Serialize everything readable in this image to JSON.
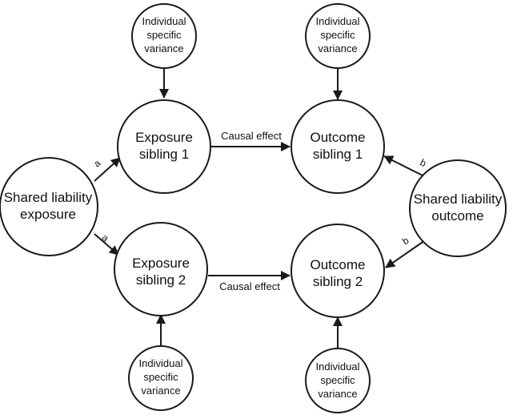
{
  "nodes": {
    "isv_top_left": {
      "line1": "Individual",
      "line2": "specific",
      "line3": "variance"
    },
    "isv_top_right": {
      "line1": "Individual",
      "line2": "specific",
      "line3": "variance"
    },
    "isv_bottom_left": {
      "line1": "Individual",
      "line2": "specific",
      "line3": "variance"
    },
    "isv_bottom_right": {
      "line1": "Individual",
      "line2": "specific",
      "line3": "variance"
    },
    "exposure_sibling_1": {
      "line1": "Exposure",
      "line2": "sibling 1"
    },
    "exposure_sibling_2": {
      "line1": "Exposure",
      "line2": "sibling 2"
    },
    "outcome_sibling_1": {
      "line1": "Outcome",
      "line2": "sibling 1"
    },
    "outcome_sibling_2": {
      "line1": "Outcome",
      "line2": "sibling 2"
    },
    "shared_exposure": {
      "line1": "Shared liability",
      "line2": "exposure"
    },
    "shared_outcome": {
      "line1": "Shared liability",
      "line2": "outcome"
    }
  },
  "edges": {
    "causal_top": "Causal effect",
    "causal_bottom": "Causal effect",
    "path_a_top": "a",
    "path_a_bottom": "a",
    "path_b_top": "b",
    "path_b_bottom": "b"
  },
  "colors": {
    "stroke": "#1a1a1a",
    "background": "#ffffff"
  }
}
